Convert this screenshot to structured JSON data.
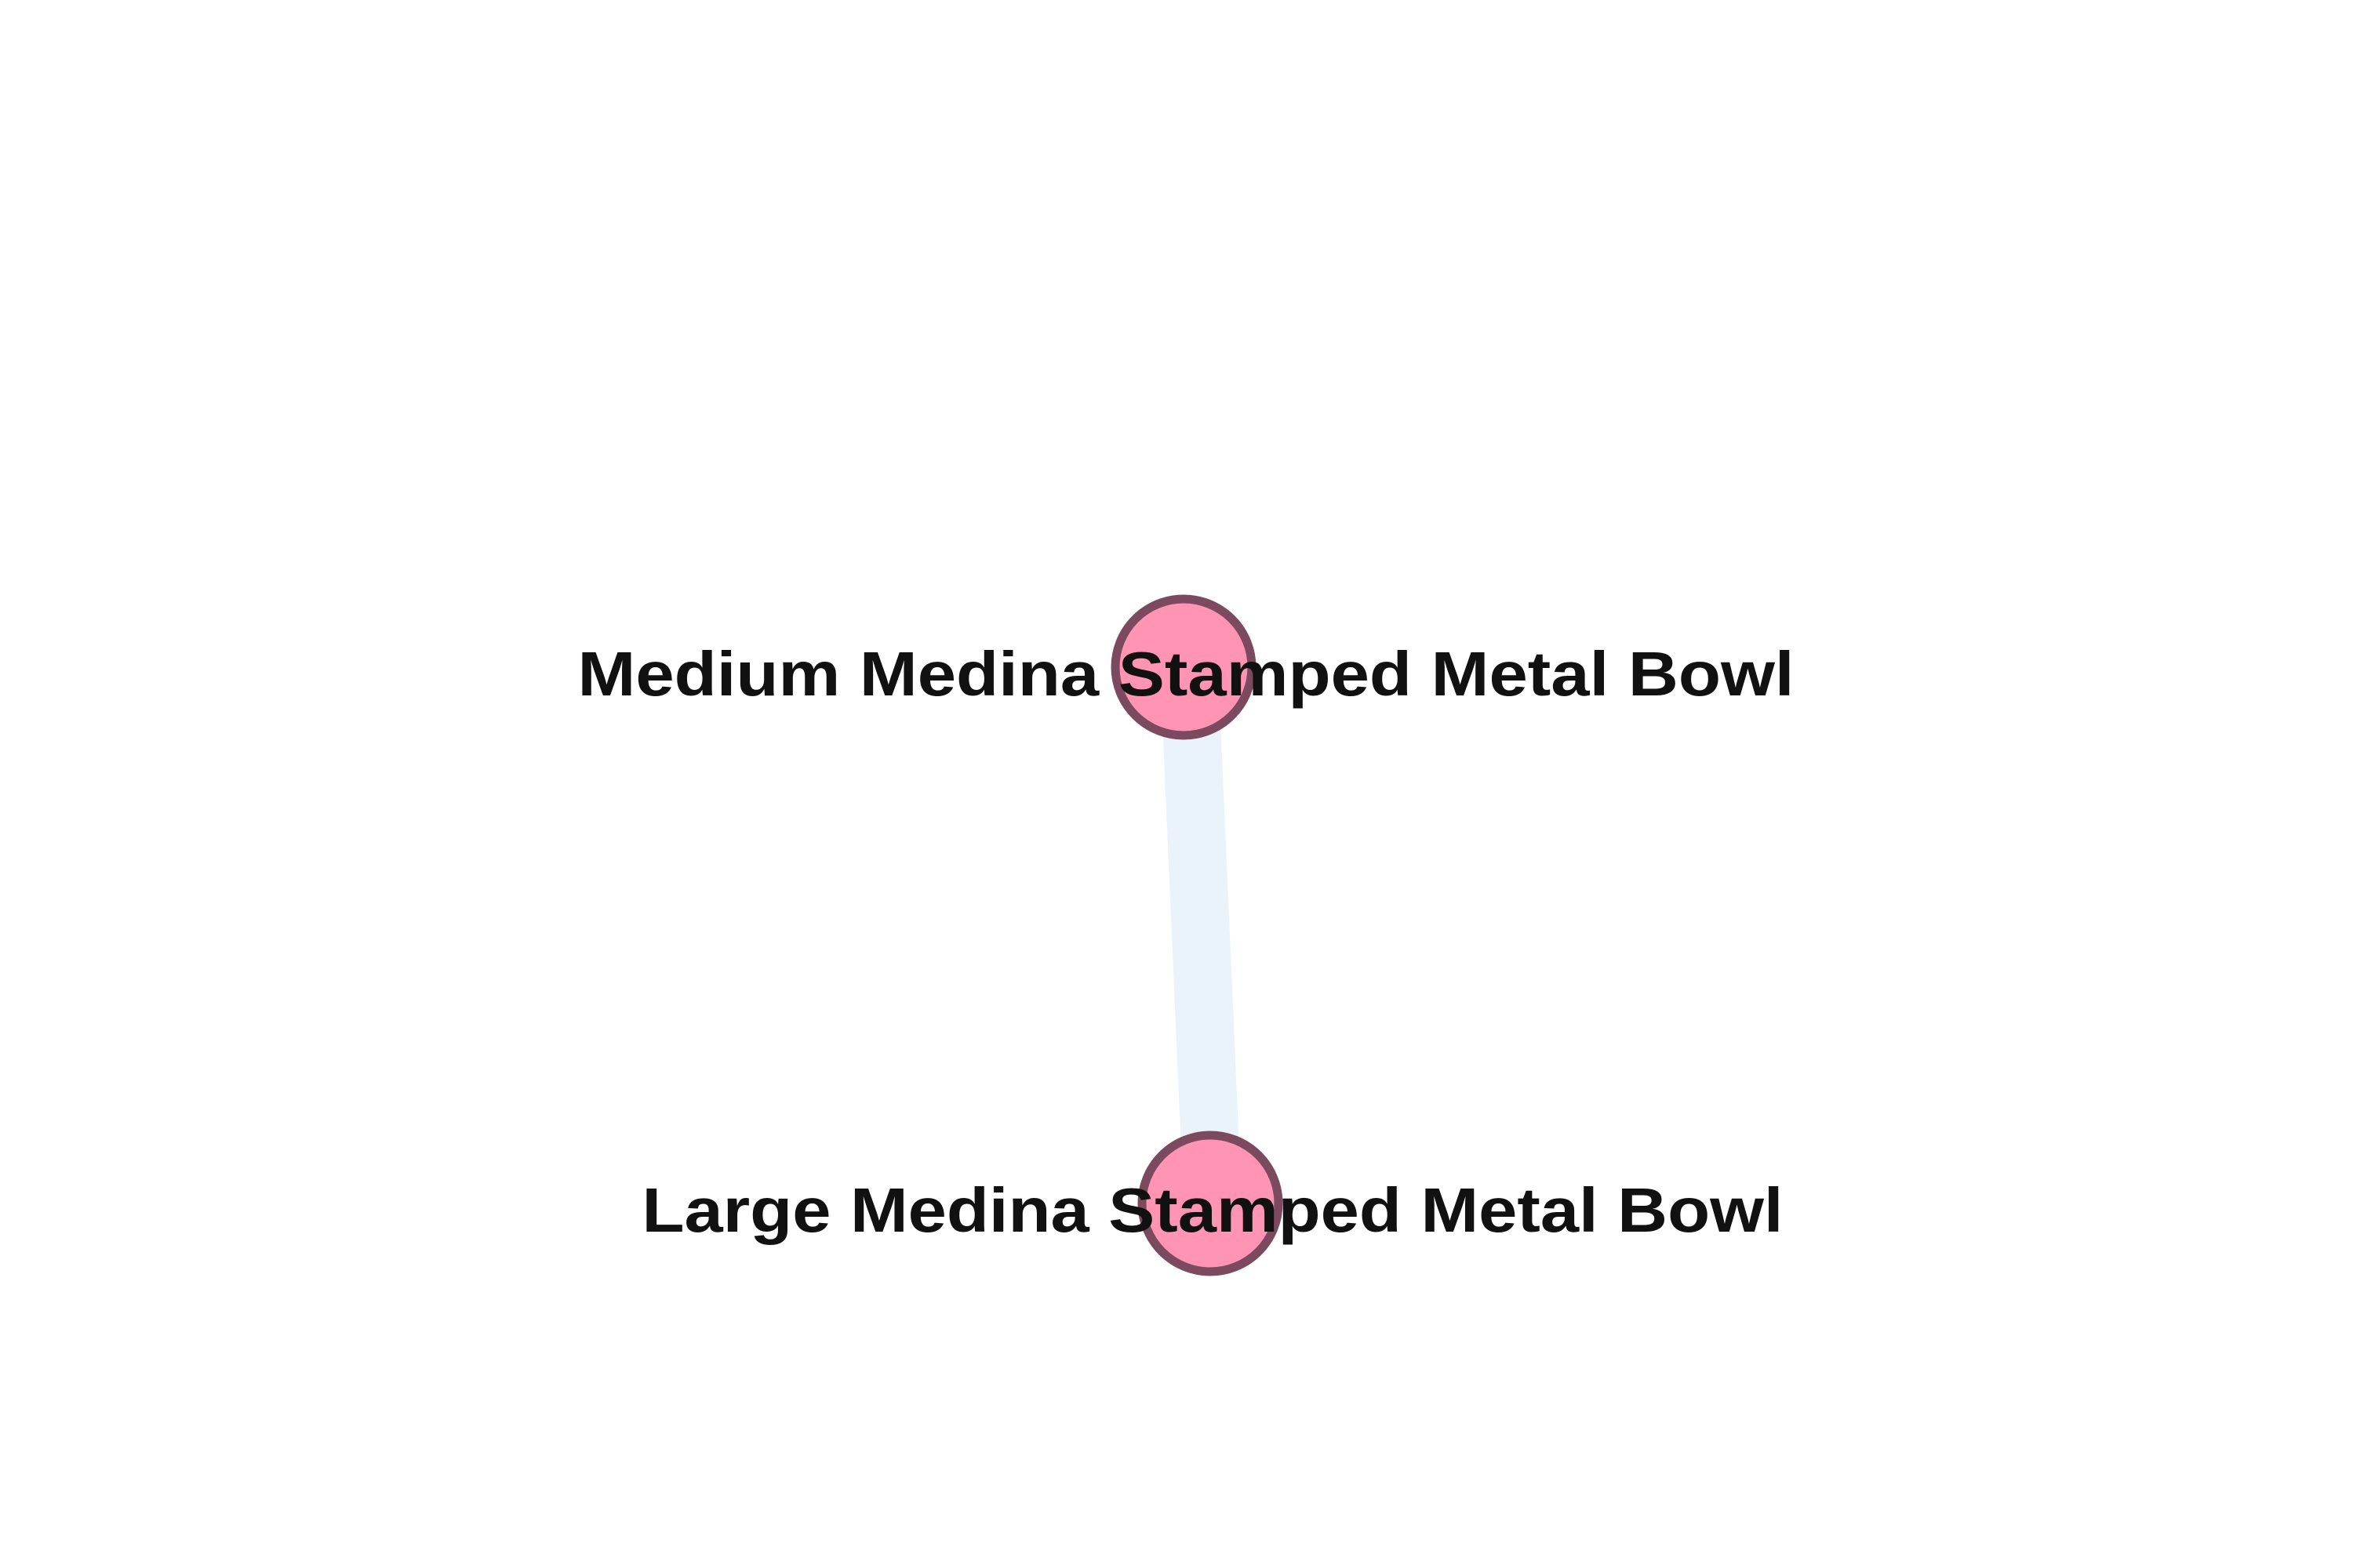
{
  "diagram": {
    "nodes": [
      {
        "id": "medium",
        "label": "Medium Medina Stamped Metal Bowl"
      },
      {
        "id": "large",
        "label": "Large Medina Stamped Metal Bowl"
      }
    ],
    "edges": [
      {
        "from": "medium",
        "to": "large"
      }
    ],
    "colors": {
      "node_fill": "#ff94b4",
      "node_stroke": "#7b4a5e",
      "edge": "#ebf3fa",
      "label": "#111111",
      "background": "#ffffff"
    }
  }
}
